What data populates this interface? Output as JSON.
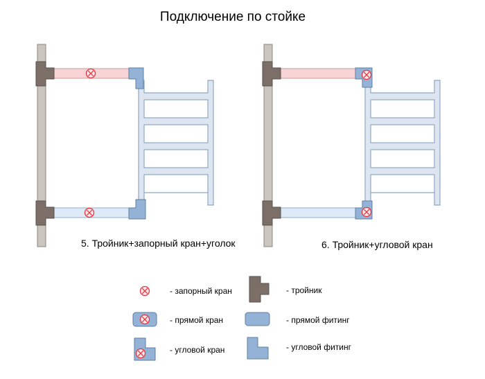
{
  "title": "Подключение по стойке",
  "schemes": [
    {
      "caption": "5. Тройник+запорный кран+уголок"
    },
    {
      "caption": "6. Тройник+угловой кран"
    }
  ],
  "legend": [
    {
      "icon": "shutoff-valve-icon",
      "label": "- запорный кран"
    },
    {
      "icon": "tee-fitting-icon",
      "label": "- тройник"
    },
    {
      "icon": "straight-valve-icon",
      "label": "- прямой кран"
    },
    {
      "icon": "straight-fitting-icon",
      "label": "- прямой фитинг"
    },
    {
      "icon": "angle-valve-icon",
      "label": "- угловой кран"
    },
    {
      "icon": "angle-fitting-icon",
      "label": "- угловой фитинг"
    }
  ],
  "colors": {
    "riser": "#cbc5c0",
    "tee": "#7c6f68",
    "hot_pipe": "#f7d3d5",
    "cold_pipe": "#dce9f6",
    "fitting": "#94b2d6",
    "radiator": "#dde6f0",
    "valve": "#e8323d"
  }
}
